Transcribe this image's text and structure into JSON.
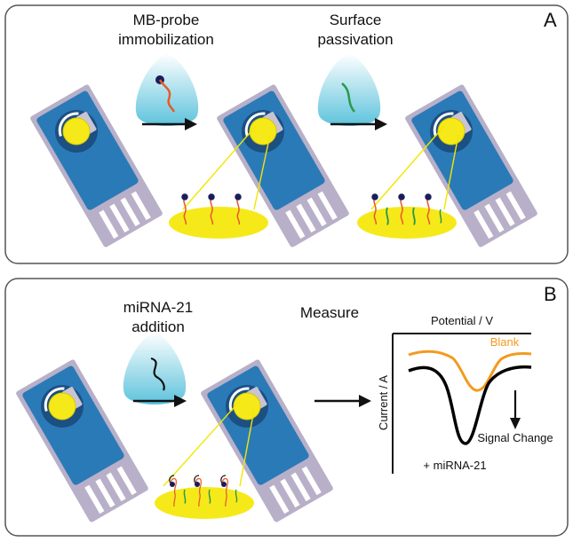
{
  "panel_a": {
    "letter": "A",
    "step1": [
      "MB-probe",
      "immobilization"
    ],
    "step2": [
      "Surface",
      "passivation"
    ]
  },
  "panel_b": {
    "letter": "B",
    "step1": [
      "miRNA-21",
      "addition"
    ],
    "step2": "Measure",
    "plot": {
      "x_label": "Potential / V",
      "y_label": "Current / A",
      "blank_label": "Blank",
      "sample_label": "+ miRNA-21",
      "change_label": "Signal Change"
    }
  },
  "colors": {
    "electrode_body": "#b8b0c8",
    "electrode_blue": "#2a7ab8",
    "gold": "#f6e91a",
    "probe_red": "#e85a2a",
    "probe_bead": "#1c1c5a",
    "passivator_green": "#2a9a4a",
    "droplet": "#8fd3e6",
    "blank_curve": "#f39a1f",
    "sample_curve": "#000000"
  }
}
